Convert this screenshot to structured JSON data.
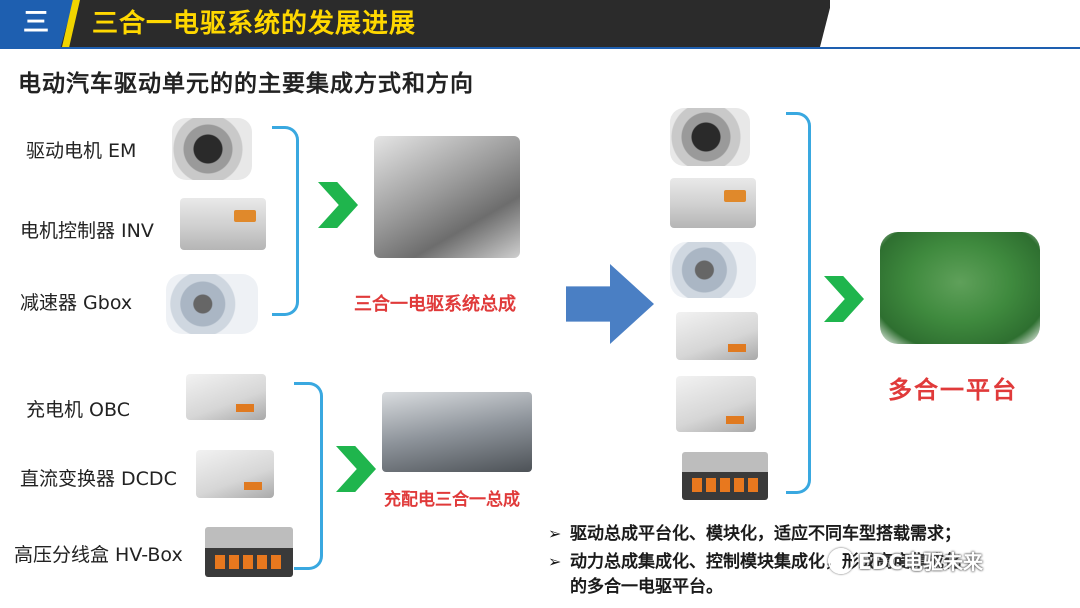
{
  "header": {
    "section_number": "三",
    "title": "三合一电驱系统的发展进展"
  },
  "subtitle": "电动汽车驱动单元的的主要集成方式和方向",
  "drive_components": [
    {
      "label": "驱动电机 EM"
    },
    {
      "label": "电机控制器 INV"
    },
    {
      "label": "减速器 Gbox"
    }
  ],
  "charge_components": [
    {
      "label": "充电机 OBC"
    },
    {
      "label": "直流变换器 DCDC"
    },
    {
      "label": "高压分线盒 HV-Box"
    }
  ],
  "assemblies": {
    "drive_label": "三合一电驱系统总成",
    "charge_label": "充配电三合一总成",
    "platform_label": "多合一平台"
  },
  "bullets": [
    "驱动总成平台化、模块化，适应不同车型搭载需求；",
    "动力总成集成化、控制模块集成化，形成高度集成化",
    "的多合一电驱平台。"
  ],
  "watermark": "EDC电驱未来",
  "colors": {
    "header_dark": "#2b2b2b",
    "header_blue": "#1e5fb0",
    "header_title": "#ffd800",
    "accent_red": "#e03a3a",
    "chevron_green": "#1fb54d",
    "bracket_blue": "#39a8e0",
    "big_arrow_blue": "#4a7fc4"
  },
  "icons": [
    "chevron-right-icon",
    "arrow-right-icon",
    "bullet-arrow-icon",
    "wechat-icon"
  ]
}
